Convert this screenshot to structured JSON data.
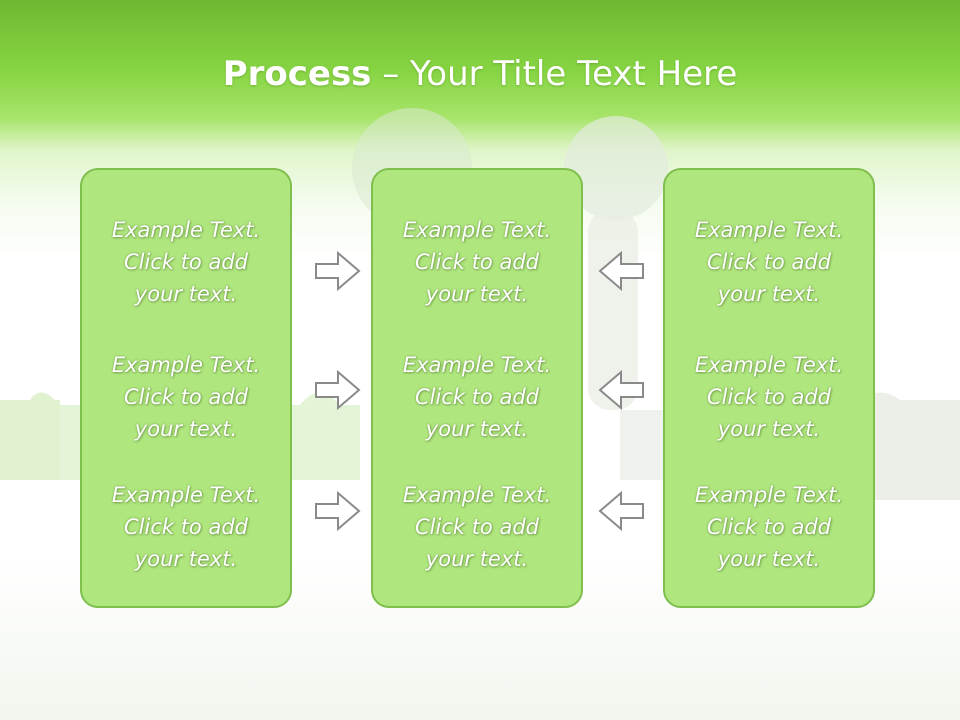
{
  "title": {
    "bold": "Process",
    "rest": " – Your Title Text Here"
  },
  "columns": [
    {
      "items": [
        {
          "line1": "Example Text.",
          "line2": "Click  to add",
          "line3": "your text."
        },
        {
          "line1": "Example Text.",
          "line2": "Click  to add",
          "line3": "your text."
        },
        {
          "line1": "Example Text.",
          "line2": "Click  to add",
          "line3": "your text."
        }
      ]
    },
    {
      "items": [
        {
          "line1": "Example Text.",
          "line2": "Click  to add",
          "line3": "your text."
        },
        {
          "line1": "Example Text.",
          "line2": "Click  to add",
          "line3": "your text."
        },
        {
          "line1": "Example Text.",
          "line2": "Click  to add",
          "line3": "your text."
        }
      ]
    },
    {
      "items": [
        {
          "line1": "Example Text.",
          "line2": "Click  to add",
          "line3": "your text."
        },
        {
          "line1": "Example Text.",
          "line2": "Click  to add",
          "line3": "your text."
        },
        {
          "line1": "Example Text.",
          "line2": "Click  to add",
          "line3": "your text."
        }
      ]
    }
  ],
  "colors": {
    "header_green": "#86d442",
    "box_fill": "#b0e67e",
    "box_border": "#7ebf4e",
    "arrow_stroke": "#8a8a8a"
  },
  "icons": {
    "left_arrows": "arrow-right-icon",
    "right_arrows": "arrow-left-icon"
  }
}
